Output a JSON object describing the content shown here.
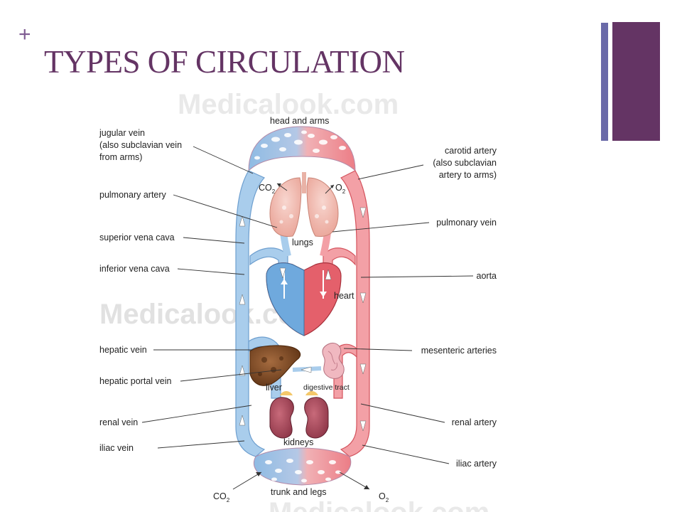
{
  "slide": {
    "bullet": "+",
    "title": "TYPES OF CIRCULATION"
  },
  "colors": {
    "title": "#643464",
    "accent_bar": "#643464",
    "accent_thin_bar": "#6a6aa8",
    "vein_blue": "#a9cdec",
    "artery_red": "#f3a0a6"
  },
  "watermark": {
    "text": "Medicalook.com"
  },
  "diagram": {
    "labels_left": {
      "jugular_1": "jugular vein",
      "jugular_2": "(also subclavian vein",
      "jugular_3": "from arms)",
      "pulmonary_artery": "pulmonary artery",
      "superior_vena_cava": "superior vena cava",
      "inferior_vena_cava": "inferior vena cava",
      "hepatic_vein": "hepatic vein",
      "hepatic_portal_vein": "hepatic portal vein",
      "renal_vein": "renal vein",
      "iliac_vein": "iliac vein"
    },
    "labels_right": {
      "carotid_1": "carotid artery",
      "carotid_2": "(also subclavian",
      "carotid_3": "artery to arms)",
      "pulmonary_vein": "pulmonary vein",
      "aorta": "aorta",
      "mesenteric_arteries": "mesenteric arteries",
      "renal_artery": "renal artery",
      "iliac_artery": "iliac artery"
    },
    "labels_center": {
      "head_and_arms": "head and arms",
      "co2": "CO",
      "o2": "O",
      "subscript_2": "2",
      "lungs": "lungs",
      "heart": "heart",
      "liver": "liver",
      "digestive_tract": "digestive tract",
      "kidneys": "kidneys",
      "trunk_and_legs": "trunk and legs"
    }
  }
}
